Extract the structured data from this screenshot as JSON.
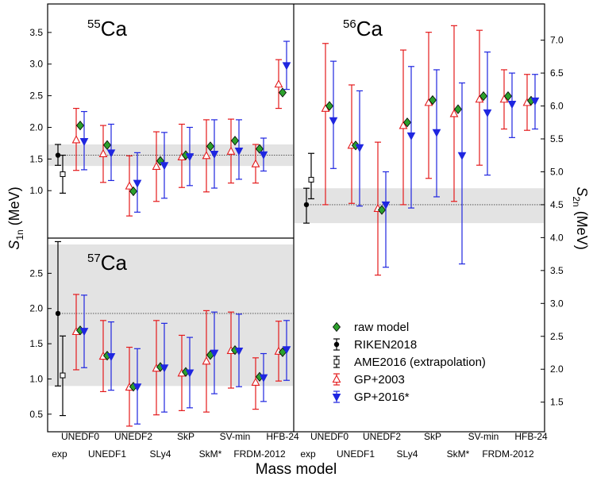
{
  "figure": {
    "xlabel": "Mass model",
    "ylabel_left": "S1n (MeV)",
    "ylabel_right": "S2n (MeV)",
    "colors": {
      "raw": "#2ca02c",
      "riken": "#000000",
      "ame": "#000000",
      "gp2003": "#e41a1c",
      "gp2016": "#1f26e0",
      "band": "#e3e3e3"
    }
  },
  "legend": [
    {
      "key": "raw",
      "label": "raw model"
    },
    {
      "key": "riken",
      "label": "RIKEN2018"
    },
    {
      "key": "ame",
      "label": "AME2016 (extrapolation)"
    },
    {
      "key": "gp2003",
      "label": "GP+2003"
    },
    {
      "key": "gp2016",
      "label": "GP+2016*"
    }
  ],
  "models": [
    "exp",
    "UNEDF0",
    "UNEDF1",
    "UNEDF2",
    "SLy4",
    "SkP",
    "SkM*",
    "SV-min",
    "FRDM-2012",
    "HFB-24"
  ],
  "chart_data": [
    {
      "type": "scatter",
      "panel": "top-left",
      "nucleus": "55Ca",
      "title_mass": "55",
      "title_el": "Ca",
      "ylabel": "S1n (MeV)",
      "ylim": [
        0.25,
        3.95
      ],
      "yticks": [
        1.0,
        1.5,
        2.0,
        2.5,
        3.0,
        3.5
      ],
      "band": [
        1.39,
        1.73
      ],
      "ref_line": 1.56,
      "riken": {
        "value": 1.56,
        "err": [
          1.4,
          1.73
        ]
      },
      "ame": {
        "value": 1.26,
        "err": [
          0.96,
          1.56
        ]
      },
      "raw": [
        2.03,
        1.72,
        0.99,
        1.47,
        1.56,
        1.7,
        1.79,
        1.66,
        2.55
      ],
      "gp2003": {
        "values": [
          1.8,
          1.58,
          1.07,
          1.38,
          1.53,
          1.55,
          1.62,
          1.42,
          2.68
        ],
        "lower": [
          1.32,
          1.13,
          0.6,
          0.83,
          1.05,
          0.98,
          1.12,
          1.12,
          2.3
        ],
        "upper": [
          2.3,
          2.03,
          1.55,
          1.93,
          2.05,
          2.12,
          2.13,
          1.73,
          3.07
        ]
      },
      "gp2016": {
        "values": [
          1.78,
          1.6,
          1.12,
          1.4,
          1.54,
          1.58,
          1.63,
          1.57,
          2.98
        ],
        "lower": [
          1.33,
          1.16,
          0.66,
          0.88,
          1.08,
          1.04,
          1.18,
          1.31,
          2.6
        ],
        "upper": [
          2.25,
          2.05,
          1.6,
          1.92,
          2.0,
          2.12,
          2.12,
          1.83,
          3.36
        ]
      }
    },
    {
      "type": "scatter",
      "panel": "bottom-left",
      "nucleus": "57Ca",
      "title_mass": "57",
      "title_el": "Ca",
      "ylabel": "S1n (MeV)",
      "ylim": [
        0.25,
        3.0
      ],
      "yticks": [
        0.5,
        1.0,
        1.5,
        2.0,
        2.5
      ],
      "band": [
        0.9,
        2.95
      ],
      "ref_line": 1.93,
      "riken": {
        "value": 1.93,
        "err": [
          0.9,
          2.95
        ]
      },
      "ame": {
        "value": 1.05,
        "err": [
          0.48,
          1.61
        ]
      },
      "raw": [
        1.69,
        1.33,
        0.89,
        1.17,
        1.1,
        1.34,
        1.41,
        1.03,
        1.38
      ],
      "gp2003": {
        "values": [
          1.67,
          1.32,
          0.88,
          1.15,
          1.08,
          1.25,
          1.4,
          0.95,
          1.39
        ],
        "lower": [
          1.13,
          0.82,
          0.33,
          0.49,
          0.55,
          0.53,
          0.87,
          0.57,
          0.97
        ],
        "upper": [
          2.2,
          1.83,
          1.45,
          1.83,
          1.62,
          1.97,
          1.95,
          1.3,
          1.82
        ]
      },
      "gp2016": {
        "values": [
          1.68,
          1.32,
          0.89,
          1.16,
          1.09,
          1.37,
          1.4,
          1.02,
          1.42
        ],
        "lower": [
          1.16,
          0.84,
          0.36,
          0.53,
          0.59,
          0.79,
          0.89,
          0.68,
          0.98
        ],
        "upper": [
          2.19,
          1.81,
          1.43,
          1.79,
          1.59,
          1.95,
          1.92,
          1.36,
          1.83
        ]
      }
    },
    {
      "type": "scatter",
      "panel": "right",
      "nucleus": "56Ca",
      "title_mass": "56",
      "title_el": "Ca",
      "ylabel": "S2n (MeV)",
      "ylim": [
        1.05,
        7.55
      ],
      "yticks": [
        1.5,
        2.0,
        2.5,
        3.0,
        3.5,
        4.0,
        4.5,
        5.0,
        5.5,
        6.0,
        6.5,
        7.0
      ],
      "band": [
        4.22,
        4.75
      ],
      "ref_line": 4.5,
      "riken": {
        "value": 4.5,
        "err": [
          4.22,
          4.75
        ]
      },
      "ame": {
        "value": 4.88,
        "err": [
          4.59,
          5.28
        ]
      },
      "raw": [
        6.0,
        5.4,
        4.42,
        5.75,
        6.09,
        5.95,
        6.15,
        6.15,
        6.08
      ],
      "gp2003": {
        "values": [
          5.96,
          5.4,
          4.44,
          5.7,
          6.05,
          5.88,
          6.1,
          6.1,
          6.05
        ],
        "lower": [
          4.5,
          4.52,
          3.43,
          4.5,
          4.9,
          4.55,
          5.1,
          5.65,
          5.63
        ],
        "upper": [
          6.95,
          6.32,
          5.45,
          6.85,
          7.12,
          7.22,
          7.15,
          6.55,
          6.48
        ]
      },
      "gp2016": {
        "values": [
          5.78,
          5.37,
          4.5,
          5.55,
          5.6,
          5.25,
          5.9,
          6.03,
          6.08
        ],
        "lower": [
          5.05,
          4.48,
          3.55,
          4.45,
          4.62,
          3.6,
          4.95,
          5.52,
          5.65
        ],
        "upper": [
          6.68,
          6.23,
          5.0,
          6.6,
          6.55,
          6.35,
          6.82,
          6.5,
          6.48
        ]
      }
    }
  ]
}
